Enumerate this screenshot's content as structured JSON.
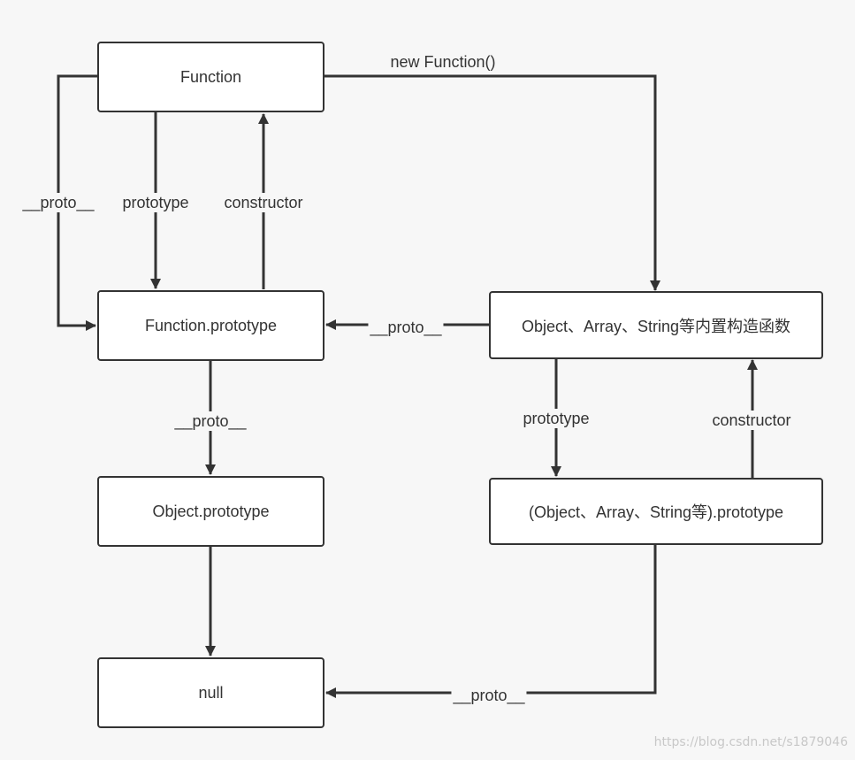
{
  "nodes": {
    "function": "Function",
    "function_prototype": "Function.prototype",
    "object_prototype": "Object.prototype",
    "null": "null",
    "builtin_constructors": "Object、Array、String等内置构造函数",
    "builtin_prototypes": "(Object、Array、String等).prototype"
  },
  "edges": {
    "function_proto": "__proto__",
    "function_prototype": "prototype",
    "function_constructor": "constructor",
    "new_function": "new Function()",
    "builtin_proto": "__proto__",
    "function_prototype_proto": "__proto__",
    "builtin_prototype": "prototype",
    "builtin_constructor": "constructor",
    "builtin_prototypes_proto": "__proto__"
  },
  "watermark": "https://blog.csdn.net/s1879046",
  "colors": {
    "line": "#333333",
    "background": "#f7f7f7",
    "box": "#ffffff"
  }
}
